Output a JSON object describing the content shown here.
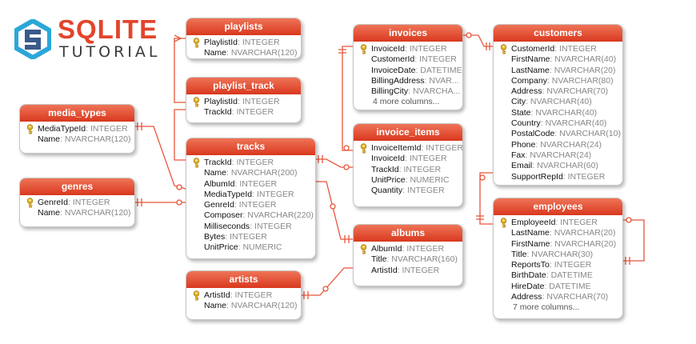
{
  "brand": {
    "line1": "SQLITE",
    "line2": "TUTORIAL"
  },
  "colors": {
    "accent": "#e2452b",
    "header_top": "#ef7457",
    "header_bottom": "#d9381e",
    "link": "#e8553a"
  },
  "tables": {
    "playlists": {
      "title": "playlists",
      "rows": [
        {
          "name": "PlaylistId",
          "type": ": INTEGER"
        },
        {
          "name": "Name",
          "type": ": NVARCHAR(120)"
        }
      ]
    },
    "playlist_track": {
      "title": "playlist_track",
      "rows": [
        {
          "name": "PlaylistId",
          "type": ": INTEGER"
        },
        {
          "name": "TrackId",
          "type": ": INTEGER"
        }
      ]
    },
    "media_types": {
      "title": "media_types",
      "rows": [
        {
          "name": "MediaTypeId",
          "type": ": INTEGER"
        },
        {
          "name": "Name",
          "type": ": NVARCHAR(120)"
        }
      ]
    },
    "genres": {
      "title": "genres",
      "rows": [
        {
          "name": "GenreId",
          "type": ": INTEGER"
        },
        {
          "name": "Name",
          "type": ": NVARCHAR(120)"
        }
      ]
    },
    "tracks": {
      "title": "tracks",
      "rows": [
        {
          "name": "TrackId",
          "type": ": INTEGER"
        },
        {
          "name": "Name",
          "type": ": NVARCHAR(200)"
        },
        {
          "name": "AlbumId",
          "type": ": INTEGER"
        },
        {
          "name": "MediaTypeId",
          "type": ": INTEGER"
        },
        {
          "name": "GenreId",
          "type": ": INTEGER"
        },
        {
          "name": "Composer",
          "type": ": NVARCHAR(220)"
        },
        {
          "name": "Milliseconds",
          "type": ": INTEGER"
        },
        {
          "name": "Bytes",
          "type": ": INTEGER"
        },
        {
          "name": "UnitPrice",
          "type": ": NUMERIC"
        }
      ]
    },
    "artists": {
      "title": "artists",
      "rows": [
        {
          "name": "ArtistId",
          "type": ": INTEGER"
        },
        {
          "name": "Name",
          "type": ": NVARCHAR(120)"
        }
      ]
    },
    "invoices": {
      "title": "invoices",
      "rows": [
        {
          "name": "InvoiceId",
          "type": ": INTEGER"
        },
        {
          "name": "CustomerId",
          "type": ": INTEGER"
        },
        {
          "name": "InvoiceDate",
          "type": ": DATETIME"
        },
        {
          "name": "BillingAddress",
          "type": ": NVAR..."
        },
        {
          "name": "BillingCity",
          "type": ": NVARCHA..."
        }
      ],
      "more": "4 more columns..."
    },
    "invoice_items": {
      "title": "invoice_items",
      "rows": [
        {
          "name": "InvoiceItemId",
          "type": ": INTEGER"
        },
        {
          "name": "InvoiceId",
          "type": ": INTEGER"
        },
        {
          "name": "TrackId",
          "type": ": INTEGER"
        },
        {
          "name": "UnitPrice",
          "type": ": NUMERIC"
        },
        {
          "name": "Quantity",
          "type": ": INTEGER"
        }
      ]
    },
    "albums": {
      "title": "albums",
      "rows": [
        {
          "name": "AlbumId",
          "type": ": INTEGER"
        },
        {
          "name": "Title",
          "type": ": NVARCHAR(160)"
        },
        {
          "name": "ArtistId",
          "type": ": INTEGER"
        }
      ]
    },
    "customers": {
      "title": "customers",
      "rows": [
        {
          "name": "CustomerId",
          "type": ": INTEGER"
        },
        {
          "name": "FirstName",
          "type": ": NVARCHAR(40)"
        },
        {
          "name": "LastName",
          "type": ": NVARCHAR(20)"
        },
        {
          "name": "Company",
          "type": ": NVARCHAR(80)"
        },
        {
          "name": "Address",
          "type": ": NVARCHAR(70)"
        },
        {
          "name": "City",
          "type": ": NVARCHAR(40)"
        },
        {
          "name": "State",
          "type": ": NVARCHAR(40)"
        },
        {
          "name": "Country",
          "type": ": NVARCHAR(40)"
        },
        {
          "name": "PostalCode",
          "type": ": NVARCHAR(10)"
        },
        {
          "name": "Phone",
          "type": ": NVARCHAR(24)"
        },
        {
          "name": "Fax",
          "type": ": NVARCHAR(24)"
        },
        {
          "name": "Email",
          "type": ": NVARCHAR(60)"
        },
        {
          "name": "SupportRepId",
          "type": ": INTEGER"
        }
      ]
    },
    "employees": {
      "title": "employees",
      "rows": [
        {
          "name": "EmployeeId",
          "type": ": INTEGER"
        },
        {
          "name": "LastName",
          "type": ": NVARCHAR(20)"
        },
        {
          "name": "FirstName",
          "type": ": NVARCHAR(20)"
        },
        {
          "name": "Title",
          "type": ": NVARCHAR(30)"
        },
        {
          "name": "ReportsTo",
          "type": ": INTEGER"
        },
        {
          "name": "BirthDate",
          "type": ": DATETIME"
        },
        {
          "name": "HireDate",
          "type": ": DATETIME"
        },
        {
          "name": "Address",
          "type": ": NVARCHAR(70)"
        }
      ],
      "more": "7 more columns..."
    }
  }
}
